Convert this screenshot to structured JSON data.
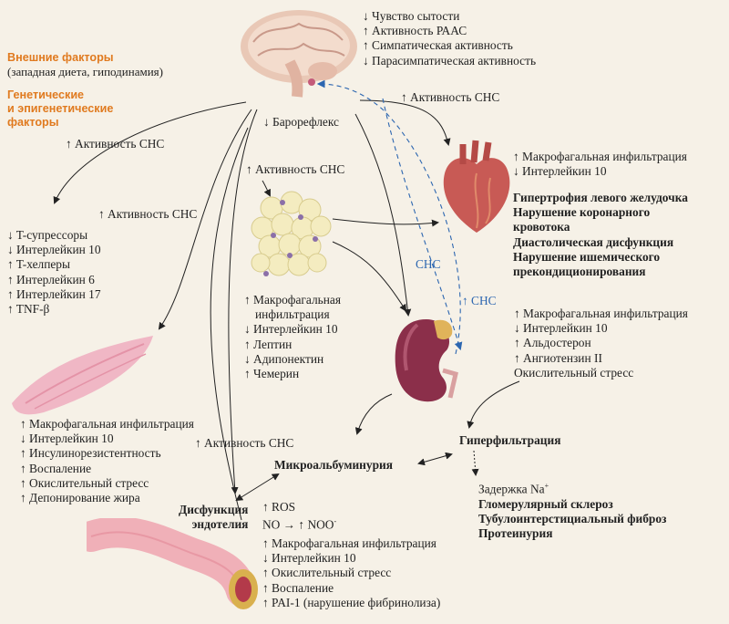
{
  "external_factors": {
    "title": "Внешние факторы",
    "detail": "(западная диета, гиподинамия)"
  },
  "genetic_factors": {
    "line1": "Генетические",
    "line2": "и эпигенетические",
    "line3": "факторы"
  },
  "brain_effects": [
    "↓ Чувство сытости",
    "↑ Активность РААС",
    "↑ Симпатическая активность",
    "↓ Парасимпатическая активность"
  ],
  "labels": {
    "sns_heart": "↑ Активность СНС",
    "baroreflex": "↓ Барорефлекс",
    "sns_left": "↑ Активность СНС",
    "sns_fat": "↑ Активность СНС",
    "sns_immune": "↑ Активность СНС",
    "sns_endothelium": "↑ Активность СНС",
    "sns_blue_1": "СНС",
    "sns_blue_2": "↑ СНС"
  },
  "immune_effects": [
    "↓ T-супрессоры",
    "↓ Интерлейкин 10",
    "↑ T-хелперы",
    "↑ Интерлейкин 6",
    "↑ Интерлейкин 17",
    "↑ TNF-β"
  ],
  "heart_effects": [
    "↑ Макрофагальная инфильтрация",
    "↓ Интерлейкин 10"
  ],
  "heart_outcomes": [
    "Гипертрофия левого желудочка",
    "Нарушение коронарного",
    "кровотока",
    "Диастолическая дисфункция",
    "Нарушение ишемического",
    "прекондиционирования"
  ],
  "fat_effects": [
    "↑ Макрофагальная",
    "инфильтрация",
    "↓ Интерлейкин 10",
    "↑ Лептин",
    "↓ Адипонектин",
    "↑ Чемерин"
  ],
  "kidney_effects": [
    "↑ Макрофагальная инфильтрация",
    "↓ Интерлейкин 10",
    "↑ Альдостерон",
    "↑ Ангиотензин II",
    "Окислительный стресс"
  ],
  "muscle_effects": [
    "↑ Макрофагальная инфильтрация",
    "↓ Интерлейкин 10",
    "↑ Инсулинорезистентность",
    "↑ Воспаление",
    "↑ Окислительный стресс",
    "↑ Депонирование жира"
  ],
  "microalbuminuria": "Микроальбуминурия",
  "hyperfiltration": "Гиперфильтрация",
  "hyperfiltration_effects": {
    "sodium": "Задержка Na",
    "sodium_sup": "+",
    "bold": [
      "Гломерулярный склероз",
      "Тубулоинтерстициальный фиброз",
      "Протеинурия"
    ]
  },
  "endothelium": {
    "line1": "Дисфункция",
    "line2": "эндотелия"
  },
  "ros": {
    "line1": "↑ ROS",
    "line2_a": "NO → ↑ NOO",
    "line2_sup": "-"
  },
  "vessel_effects": [
    "↑ Макрофагальная инфильтрация",
    "↓ Интерлейкин 10",
    "↑ Окислительный стресс",
    "↑ Воспаление",
    "↑ PAI-1 (нарушение фибринолиза)"
  ],
  "colors": {
    "accent_orange": "#e07a1f",
    "sns_blue": "#2c66b0",
    "background": "#f6f1e7"
  }
}
